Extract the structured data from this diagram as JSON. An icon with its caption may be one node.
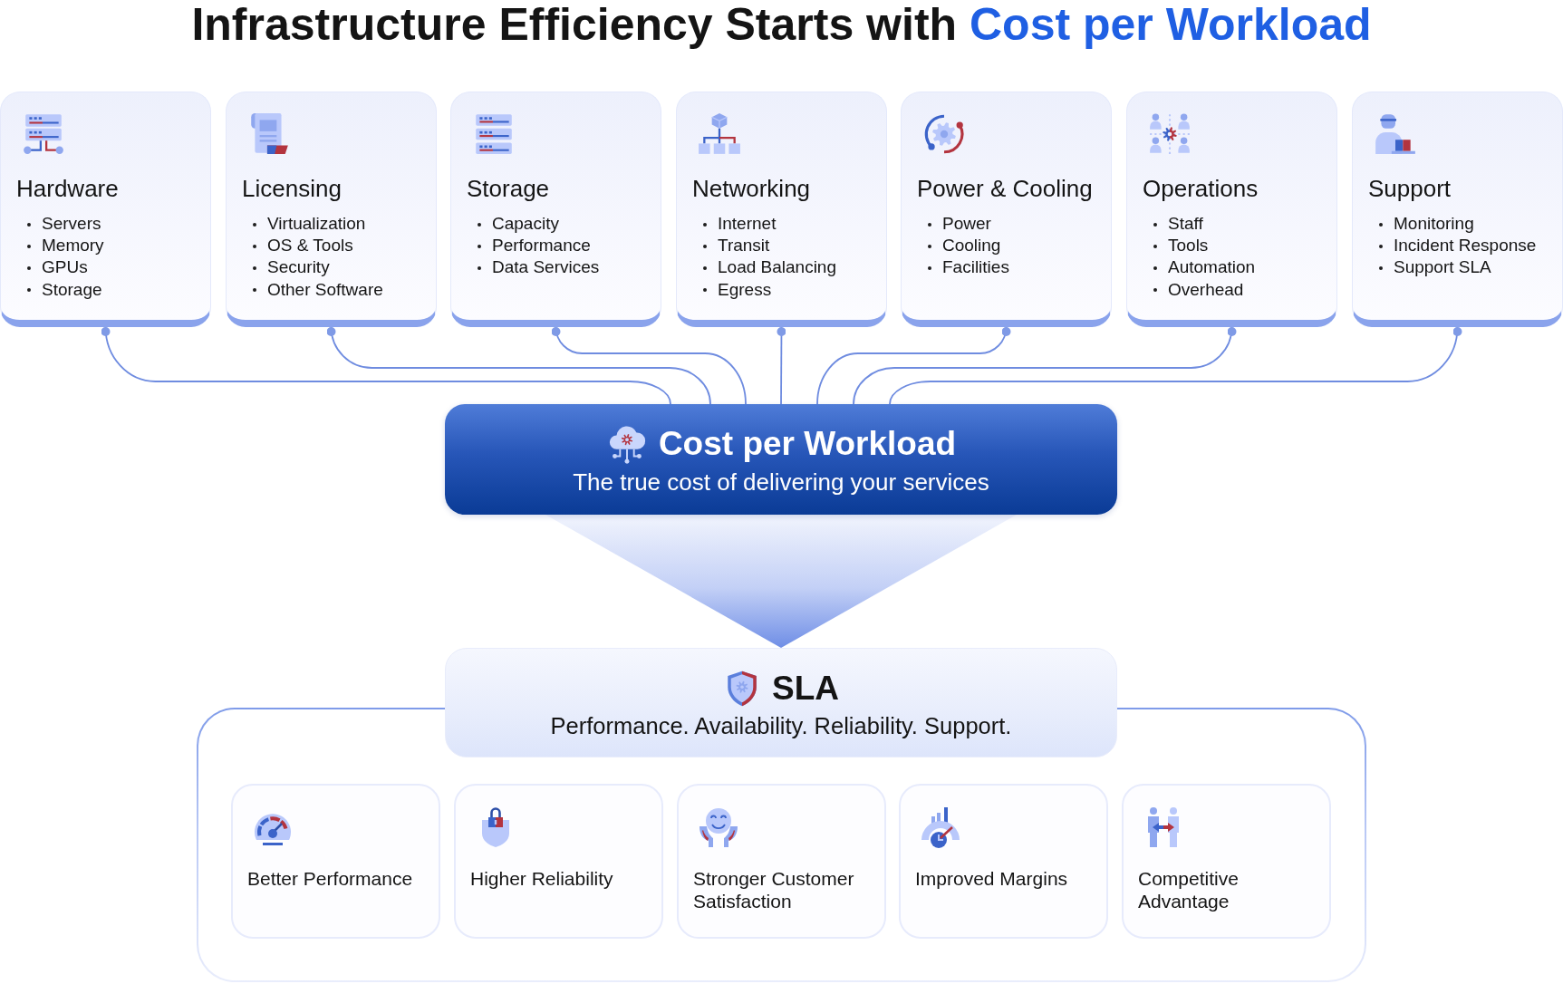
{
  "diagram": {
    "title": "Infrastructure Efficiency Starts with **Cost per Workload**",
    "nodes": [
      {
        "text": [
          "Hardware",
          "Servers",
          "Memory",
          "GPUs",
          "Storage"
        ]
      },
      {
        "text": [
          "Licensing",
          "Virtualization",
          "OS & Tools",
          "Security",
          "Other Software"
        ]
      },
      {
        "text": [
          "Storage",
          "Capacity",
          "Performance",
          "Data Services"
        ]
      },
      {
        "text": [
          "Networking",
          "Internet",
          "Transit",
          "Load Balancing",
          "Egress"
        ]
      },
      {
        "text": [
          "Power & Cooling",
          "Power",
          "Cooling",
          "Facilities"
        ]
      },
      {
        "text": [
          "Operations",
          "Staff",
          "Tools",
          "Automation",
          "Overhead"
        ]
      },
      {
        "text": [
          "Support",
          "Monitoring",
          "Incident Response",
          "Support SLA"
        ]
      },
      {
        "text": [
          "Cost per Workload",
          "The true cost of delivering your services"
        ]
      },
      {
        "text": [
          "SLA",
          "Performance. Availability. Reliability. Support."
        ]
      },
      {
        "text": [],
        "shape": "box"
      },
      {
        "text": [
          "Better Performance"
        ],
        "in": 9
      },
      {
        "text": [
          "Higher Reliability"
        ],
        "in": 9
      },
      {
        "text": [
          "Stronger Customer Satisfaction"
        ],
        "in": 9
      },
      {
        "text": [
          "Improved Margins"
        ],
        "in": 9
      },
      {
        "text": [
          "Competitive Advantage"
        ],
        "in": 9
      }
    ],
    "edges": [
      {
        "from": 0,
        "to": 7,
        "arrow": "other"
      },
      {
        "from": 1,
        "to": 7,
        "arrow": "other"
      },
      {
        "from": 2,
        "to": 7,
        "arrow": "other"
      },
      {
        "from": 3,
        "to": 7,
        "arrow": "other"
      },
      {
        "from": 4,
        "to": 7,
        "arrow": "other"
      },
      {
        "from": 5,
        "to": 7,
        "arrow": "other"
      },
      {
        "from": 6,
        "to": 7,
        "arrow": "other"
      },
      {
        "from": 7,
        "to": 8,
        "arrow": "to",
        "style": "thick"
      }
    ]
  }
}
